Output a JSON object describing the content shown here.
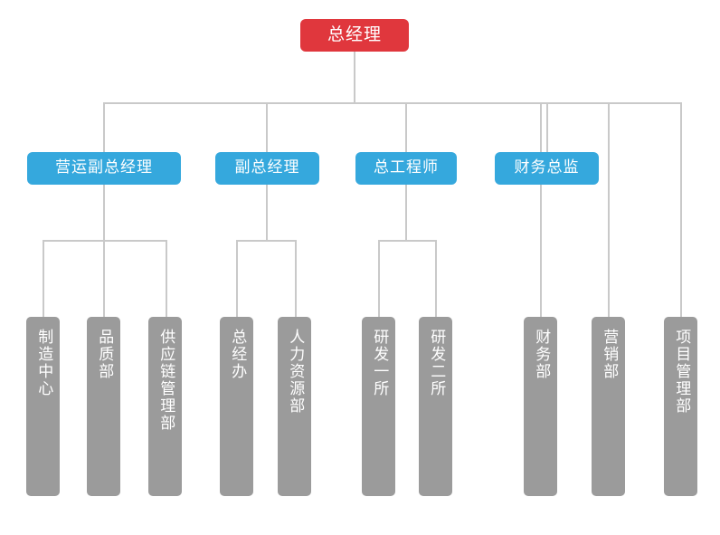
{
  "chart": {
    "type": "org-chart",
    "title": "",
    "colors": {
      "root": "#e0373d",
      "executive": "#35a8dd",
      "department": "#9b9b9b",
      "connector": "#c9c9c9",
      "label": "#ffffff",
      "background": "#ffffff"
    },
    "root": {
      "label": "总经理",
      "level": 0
    },
    "executives": [
      {
        "label": "营运副总经理",
        "level": 1
      },
      {
        "label": "副总经理",
        "level": 1
      },
      {
        "label": "总工程师",
        "level": 1
      },
      {
        "label": "财务总监",
        "level": 1
      }
    ],
    "departments": [
      {
        "label": "制造中心",
        "parent": "营运副总经理",
        "level": 2
      },
      {
        "label": "品质部",
        "parent": "营运副总经理",
        "level": 2
      },
      {
        "label": "供应链管理部",
        "parent": "营运副总经理",
        "level": 2
      },
      {
        "label": "总经办",
        "parent": "副总经理",
        "level": 2
      },
      {
        "label": "人力资源部",
        "parent": "副总经理",
        "level": 2
      },
      {
        "label": "研发一所",
        "parent": "总工程师",
        "level": 2
      },
      {
        "label": "研发二所",
        "parent": "总工程师",
        "level": 2
      },
      {
        "label": "财务部",
        "parent": "总经理",
        "level": 2
      },
      {
        "label": "营销部",
        "parent": "总经理",
        "level": 2
      },
      {
        "label": "项目管理部",
        "parent": "总经理",
        "level": 2
      }
    ]
  }
}
